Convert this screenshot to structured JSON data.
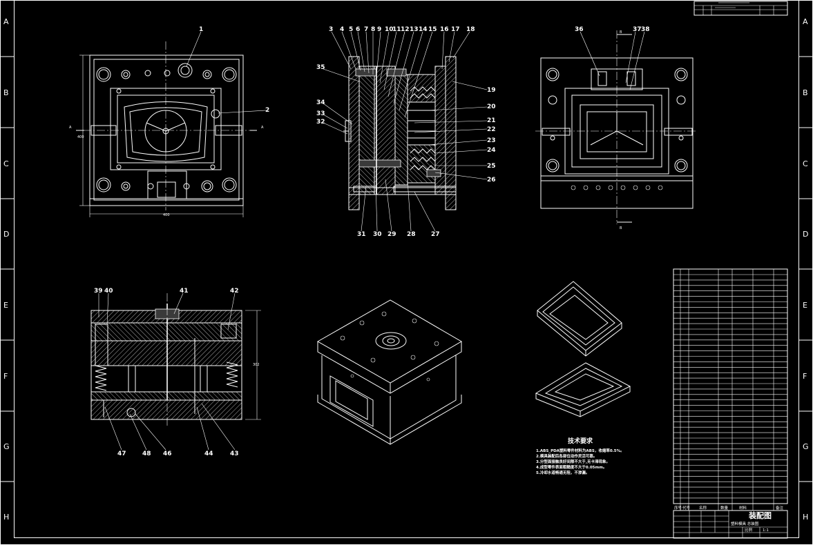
{
  "drawing": {
    "zones_rows": [
      "A",
      "B",
      "C",
      "D",
      "E",
      "F",
      "G",
      "H"
    ],
    "top_view": {
      "labels": [
        "1",
        "2"
      ],
      "section_letter": "A",
      "dim_width": "400",
      "dim_height": "400"
    },
    "section_view": {
      "top_labels": [
        "3",
        "4",
        "5",
        "6",
        "7",
        "8",
        "9",
        "10",
        "11",
        "12",
        "13",
        "14",
        "15",
        "16",
        "17",
        "18"
      ],
      "right_labels": [
        "19",
        "20",
        "21",
        "22",
        "23",
        "24",
        "25",
        "26"
      ],
      "left_labels": [
        "35",
        "34",
        "33",
        "32"
      ],
      "bottom_labels": [
        "31",
        "30",
        "29",
        "28",
        "27"
      ]
    },
    "bottom_view": {
      "section_letter": "B",
      "top_labels": [
        "36",
        "37",
        "38"
      ]
    },
    "section_b_view": {
      "top_labels": [
        "39",
        "40",
        "41",
        "42"
      ],
      "bottom_labels": [
        "47",
        "48",
        "46",
        "44",
        "43"
      ],
      "dim_height": "302"
    },
    "tech_requirements": {
      "title": "技术要求",
      "lines": [
        "1.ABS_PDA塑料零件材料为ABS，收缩率0.5%。",
        "2.模具装配后各部位动作灵活可靠。",
        "3.分型面接触良好间隙不大于,无卡滞现象。",
        "4.成型零件表面粗糙度不大于0.05mm。",
        "5.冷却水道畅通无阻，不渗漏。"
      ]
    },
    "bom_header": [
      "序号",
      "代号",
      "名称",
      "数量",
      "材料",
      "备注"
    ],
    "title_block": {
      "drawing_title": "装配图",
      "subtitle": "塑料模具 总装图",
      "scale_label": "比例",
      "scale": "1:1"
    }
  }
}
